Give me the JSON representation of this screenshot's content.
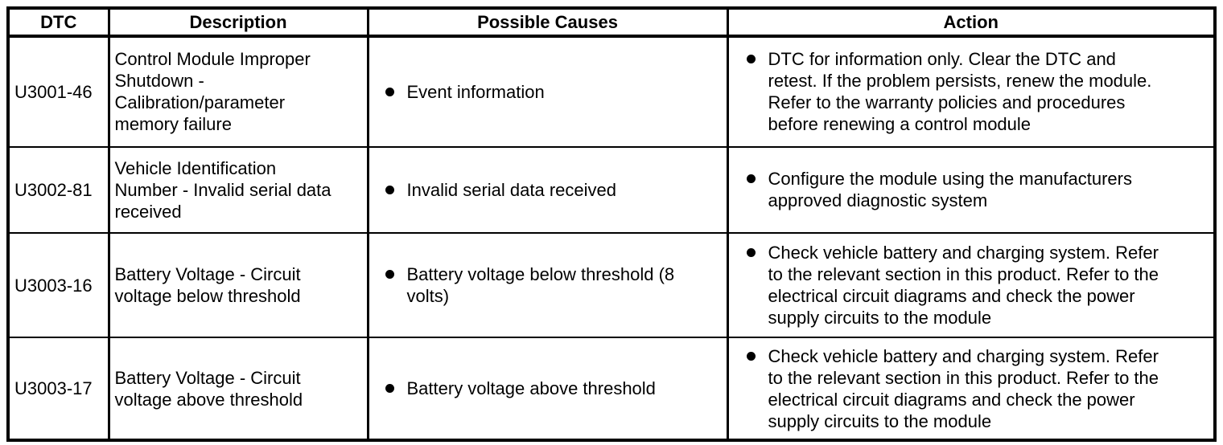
{
  "colors": {
    "background": "#ffffff",
    "text": "#000000",
    "border": "#000000"
  },
  "table": {
    "columns": [
      {
        "label": "DTC"
      },
      {
        "label": "Description"
      },
      {
        "label": "Possible Causes"
      },
      {
        "label": "Action"
      }
    ],
    "rows": [
      {
        "dtc": "U3001-46",
        "description": "Control Module Improper Shutdown - Calibration/parameter memory failure",
        "possible_causes": [
          "Event information"
        ],
        "actions": [
          "DTC for information only. Clear the DTC and retest. If the problem persists, renew the module. Refer to the warranty policies and procedures before renewing a control module"
        ]
      },
      {
        "dtc": "U3002-81",
        "description": "Vehicle Identification Number - Invalid serial data received",
        "possible_causes": [
          "Invalid serial data received"
        ],
        "actions": [
          "Configure the module using the manufacturers approved diagnostic system"
        ]
      },
      {
        "dtc": "U3003-16",
        "description": "Battery Voltage - Circuit voltage below threshold",
        "possible_causes": [
          "Battery voltage below threshold (8 volts)"
        ],
        "actions": [
          "Check vehicle battery and charging system. Refer to the relevant section in this product. Refer to the electrical circuit diagrams and check the power supply circuits to the module"
        ]
      },
      {
        "dtc": "U3003-17",
        "description": "Battery Voltage - Circuit voltage above threshold",
        "possible_causes": [
          "Battery voltage above threshold"
        ],
        "actions": [
          "Check vehicle battery and charging system. Refer to the relevant section in this product. Refer to the electrical circuit diagrams and check the power supply circuits to the module"
        ]
      }
    ]
  }
}
